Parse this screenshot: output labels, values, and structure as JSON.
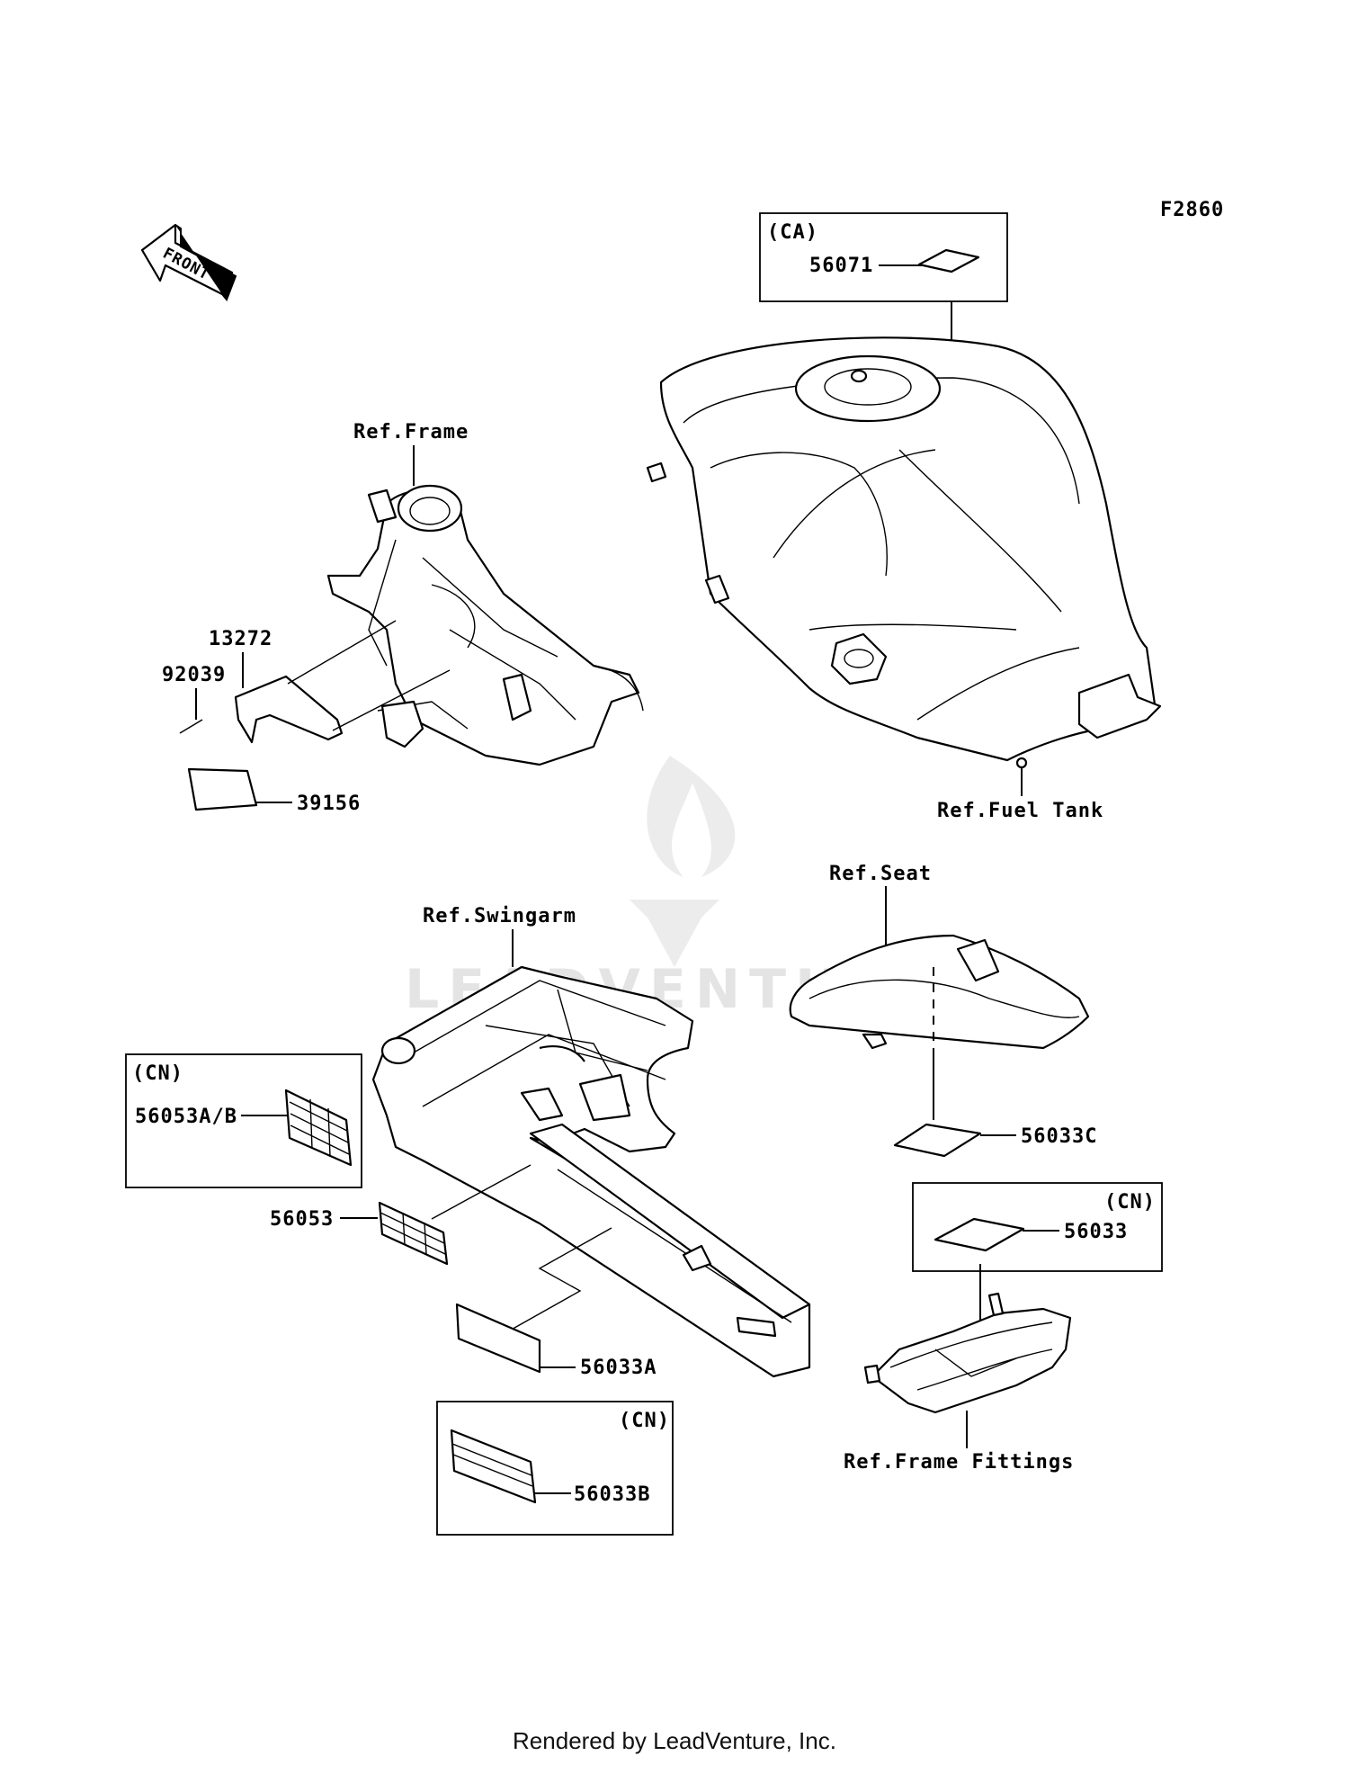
{
  "diagram": {
    "code": "F2860",
    "front_arrow_label": "FRONT",
    "watermark": "LEADVENTURE",
    "footer": "Rendered by LeadVenture, Inc.",
    "refs": {
      "frame": "Ref.Frame",
      "fuel_tank": "Ref.Fuel Tank",
      "seat": "Ref.Seat",
      "swingarm": "Ref.Swingarm",
      "frame_fittings": "Ref.Frame Fittings"
    },
    "region_tags": {
      "ca": "(CA)",
      "cn_left": "(CN)",
      "cn_right": "(CN)",
      "cn_bottom": "(CN)"
    },
    "parts": {
      "p56071": "56071",
      "p13272": "13272",
      "p92039": "92039",
      "p39156": "39156",
      "p56053ab": "56053A/B",
      "p56053": "56053",
      "p56033a": "56033A",
      "p56033b": "56033B",
      "p56033c": "56033C",
      "p56033": "56033"
    }
  }
}
